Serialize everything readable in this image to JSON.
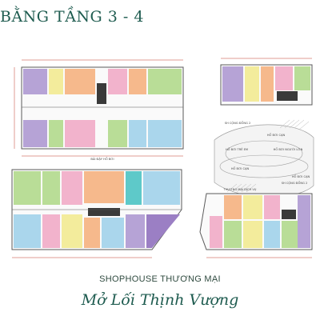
{
  "page_title": "BẰNG TẦNG 3 - 4",
  "section_kicker": "SHOPHOUSE THƯƠNG MẠI",
  "slogan": "Mở Lối Thịnh Vượng",
  "colors": {
    "title": "#1f5c50",
    "wall": "#5a5a5a",
    "dim": "#c0392b",
    "purple": "#b6a3d6",
    "pink": "#f2b3cc",
    "orange": "#f6b98c",
    "yellow": "#f3ec9c",
    "green": "#b9dd97",
    "blue": "#aad6ec",
    "teal": "#5ec9c9",
    "violet": "#9b7fc4",
    "core": "#3a3a3a"
  },
  "plan_labels": {
    "pool_area_left": "BÃI ĐẬY HỒ BƠI",
    "community_top": "SH CỘNG ĐỒNG 2",
    "pool_kids": "HỒ BƠI TRẺ EM",
    "pool_adult": "HỒ BƠI NGƯỜI LỚN",
    "pool_grill": "HỒ BƠI CẠN",
    "pool_shallow": "HỒ BƠI CẠN",
    "pool_top": "HỒ BƠI CẠN",
    "community_bottom": "SH CỘNG ĐỒNG 2",
    "commercial_bottom": "THƯƠNG MẠI DỊCH VỤ"
  }
}
